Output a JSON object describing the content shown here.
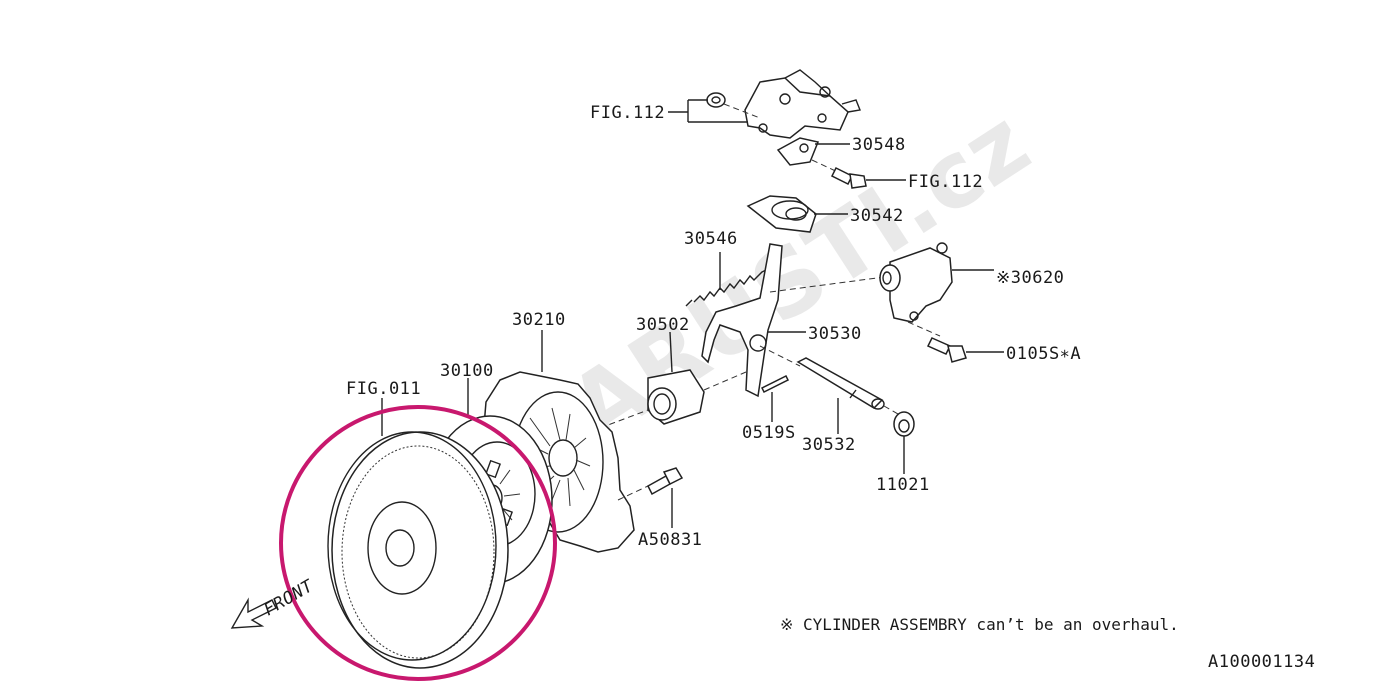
{
  "watermark": "SUBARUSTI.cz",
  "labels": {
    "fig112_top": "FIG.112",
    "p30548": "30548",
    "fig112_bolt": "FIG.112",
    "p30542": "30542",
    "p30546": "30546",
    "p30620": "※30620",
    "p30210": "30210",
    "p30502": "30502",
    "p30530": "30530",
    "p0105s": "0105S∗A",
    "p30100": "30100",
    "fig011": "FIG.011",
    "p0519s": "0519S",
    "p30532": "30532",
    "p11021": "11021",
    "pa50831": "A50831",
    "front": "FRONT"
  },
  "note": "※ CYLINDER ASSEMBRY can’t be  an overhaul.",
  "diagram_id": "A100001134",
  "colors": {
    "highlight": "#c8186e",
    "line": "#222222"
  }
}
